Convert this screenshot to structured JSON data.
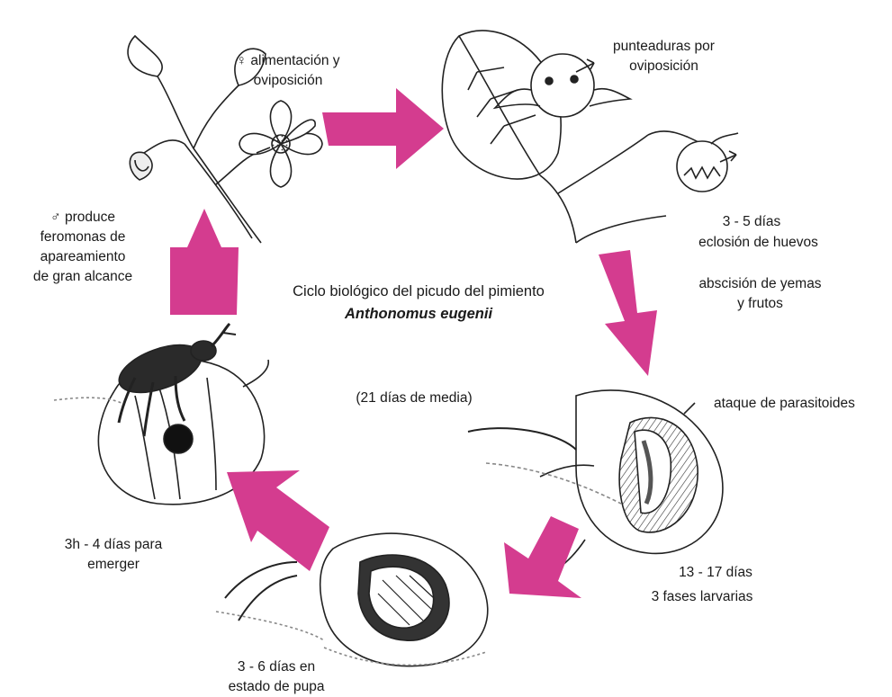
{
  "diagram": {
    "title": "Ciclo biológico del picudo del pimiento",
    "species": "Anthonomus eugenii",
    "average": "(21 días de media)",
    "colors": {
      "arrow": "#d43c8f",
      "ink": "#1a1a1a"
    },
    "labels": {
      "female_feeding": "♀ alimentación y\noviposición",
      "oviposition_marks": "punteaduras por\noviposición",
      "egg_days": "3 - 5 días",
      "egg_hatch": "eclosión de huevos",
      "abscission": "abscisión de yemas\ny frutos",
      "parasitoids": "ataque de parasitoides",
      "larva_days": "13 - 17 días",
      "larva_stages": "3 fases larvarias",
      "pupa": "3 - 6 días en\nestado de pupa",
      "emerge": "3h - 4 días para\nemerger",
      "male_pheromone": "♂ produce\nferomonas de\napareamiento\nde gran alcance"
    },
    "stages": [
      {
        "name": "flowering-plant-illustration"
      },
      {
        "name": "oviposition-fruit-illustration"
      },
      {
        "name": "larva-fruit-illustration"
      },
      {
        "name": "pupa-fruit-illustration"
      },
      {
        "name": "adult-weevil-illustration"
      }
    ]
  }
}
